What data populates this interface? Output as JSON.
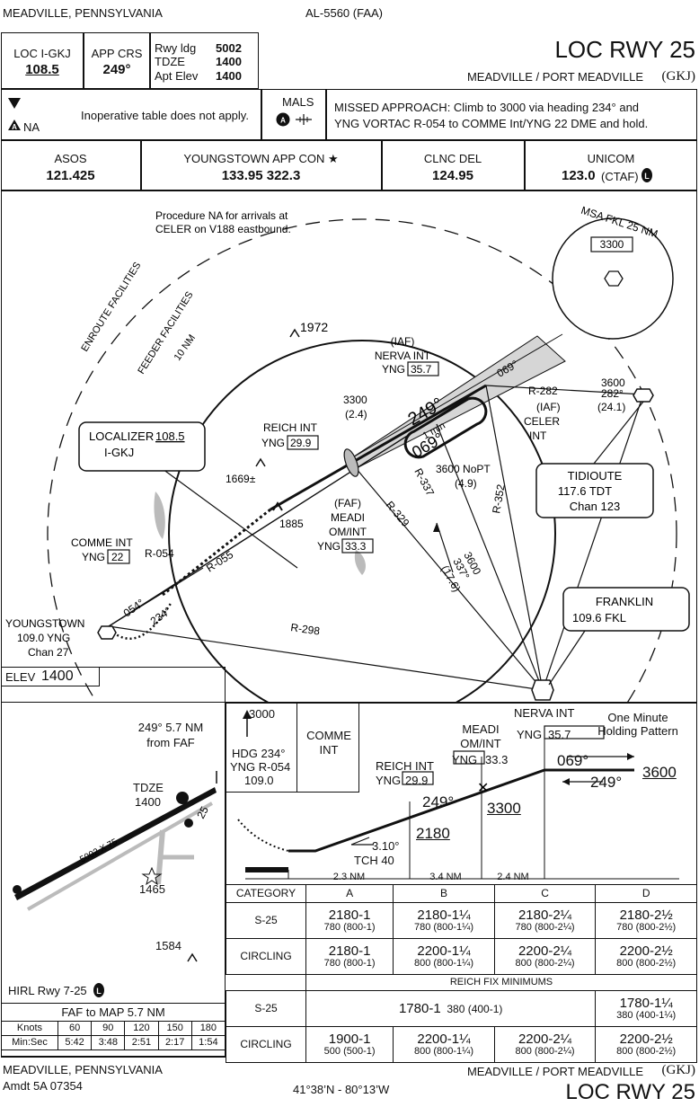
{
  "header": {
    "location": "MEADVILLE, PENNSYLVANIA",
    "chart_id": "AL-5560 (FAA)",
    "title": "LOC RWY 25",
    "airport": "MEADVILLE / PORT MEADVILLE",
    "airport_id": "(GKJ)"
  },
  "briefing": {
    "loc_label": "LOC I-GKJ",
    "loc_freq": "108.5",
    "app_crs_label": "APP CRS",
    "app_crs": "249°",
    "rwy_ldg_label": "Rwy ldg",
    "rwy_ldg": "5002",
    "tdze_label": "TDZE",
    "tdze": "1400",
    "apt_elev_label": "Apt Elev",
    "apt_elev": "1400",
    "na_label": "NA",
    "inop_note": "Inoperative table does not apply.",
    "mals_label": "MALS",
    "missed_approach": [
      "MISSED APPROACH: Climb to 3000 via heading 234° and",
      "YNG VORTAC R-054 to COMME Int/YNG 22 DME and hold."
    ]
  },
  "comms": [
    {
      "name": "ASOS",
      "freq": "121.425"
    },
    {
      "name": "YOUNGSTOWN APP CON ★",
      "freq": "133.95  322.3"
    },
    {
      "name": "CLNC DEL",
      "freq": "124.95"
    },
    {
      "name": "UNICOM",
      "freq": "123.0",
      "note": "(CTAF)"
    }
  ],
  "plan": {
    "na_note": [
      "Procedure NA for arrivals at",
      "CELER on V188 eastbound."
    ],
    "msa": "MSA FKL 25 NM",
    "msa_alt": "3300",
    "enroute": "ENROUTE FACILITIES",
    "feeder": "FEEDER FACILITIES",
    "ring": "10 NM",
    "obst_1972": "1972",
    "obst_1669": "1669±",
    "obst_1885": "1885",
    "nerva": [
      "(IAF)",
      "NERVA INT",
      "YNG",
      "35.7"
    ],
    "reich": [
      "REICH INT",
      "YNG",
      "29.9"
    ],
    "meadi": [
      "(FAF)",
      "MEADI",
      "OM/INT",
      "YNG",
      "33.3"
    ],
    "celer": [
      "(IAF)",
      "CELER",
      "INT"
    ],
    "comme": [
      "COMME INT",
      "YNG",
      "22"
    ],
    "alt_3300": [
      "3300",
      "(2.4)"
    ],
    "nopt": [
      "3600 NoPT",
      "(4.9)"
    ],
    "feeder_route": [
      "3600",
      "337°",
      "(17.6)"
    ],
    "celer_fix": [
      "3600",
      "282°",
      "(24.1)"
    ],
    "localizer": [
      "LOCALIZER",
      "108.5",
      "I-GKJ"
    ],
    "tidioute": [
      "TIDIOUTE",
      "117.6 TDT",
      "Chan 123"
    ],
    "franklin": [
      "FRANKLIN",
      "109.6 FKL"
    ],
    "youngstown": [
      "YOUNGSTOWN",
      "109.0 YNG",
      "Chan 27"
    ],
    "radials": {
      "r282": "R-282",
      "r337": "R-337",
      "r329": "R-329",
      "r352": "R-352",
      "r054": "R-054",
      "r055": "R-055",
      "r298": "R-298"
    },
    "courses": {
      "c249": "249°",
      "c069": "069°",
      "c069b": "069°",
      "c054": "054°",
      "c234": "234°",
      "hold_time": "1 min"
    }
  },
  "airport_diagram": {
    "elev_label": "ELEV",
    "elev": "1400",
    "faf_note": [
      "249° 5.7 NM",
      "from FAF"
    ],
    "tdze": [
      "TDZE",
      "1400"
    ],
    "rwy_dims": "5002 X 75",
    "rwy_end": "25",
    "obst_1465": "1465",
    "obst_1584": "1584",
    "hirl": "HIRL Rwy 7-25"
  },
  "profile": {
    "missed_alt": "3000",
    "missed_hdg": [
      "HDG 234°",
      "YNG R-054",
      "109.0"
    ],
    "comme": [
      "COMME",
      "INT"
    ],
    "one_min": [
      "One Minute",
      "Holding Pattern"
    ],
    "nerva": [
      "NERVA INT",
      "YNG",
      "35.7"
    ],
    "meadi": [
      "MEADI",
      "OM/INT",
      "YNG",
      "33.3"
    ],
    "reich": [
      "REICH INT",
      "YNG",
      "29.9"
    ],
    "c069": "069°",
    "c249": "249°",
    "c249b": "249°",
    "alt_3600": "3600",
    "alt_3300": "3300",
    "alt_2180": "2180",
    "gs": "3.10°",
    "tch": "TCH 40",
    "dist1": "2.3 NM",
    "dist2": "3.4 NM",
    "dist3": "2.4 NM"
  },
  "minimums": {
    "headers": [
      "CATEGORY",
      "A",
      "B",
      "C",
      "D"
    ],
    "s25": {
      "label": "S-25",
      "a": [
        "2180-1",
        "780 (800-1)"
      ],
      "b": [
        "2180-1¼",
        "780 (800-1¼)"
      ],
      "c": [
        "2180-2¼",
        "780 (800-2¼)"
      ],
      "d": [
        "2180-2½",
        "780 (800-2½)"
      ]
    },
    "circling": {
      "label": "CIRCLING",
      "a": [
        "2180-1",
        "780 (800-1)"
      ],
      "b": [
        "2200-1¼",
        "800 (800-1¼)"
      ],
      "c": [
        "2200-2¼",
        "800 (800-2¼)"
      ],
      "d": [
        "2200-2½",
        "800 (800-2½)"
      ]
    },
    "reich_title": "REICH FIX MINIMUMS",
    "reich_s25": {
      "label": "S-25",
      "abc": [
        "1780-1",
        "380 (400-1)"
      ],
      "d": [
        "1780-1¼",
        "380 (400-1¼)"
      ]
    },
    "reich_circling": {
      "label": "CIRCLING",
      "a": [
        "1900-1",
        "500 (500-1)"
      ],
      "b": [
        "2200-1¼",
        "800 (800-1¼)"
      ],
      "c": [
        "2200-2¼",
        "800 (800-2¼)"
      ],
      "d": [
        "2200-2½",
        "800 (800-2½)"
      ]
    }
  },
  "timing": {
    "title": "FAF to MAP  5.7 NM",
    "knots_label": "Knots",
    "knots": [
      "60",
      "90",
      "120",
      "150",
      "180"
    ],
    "minsec_label": "Min:Sec",
    "minsec": [
      "5:42",
      "3:48",
      "2:51",
      "2:17",
      "1:54"
    ]
  },
  "footer": {
    "location": "MEADVILLE, PENNSYLVANIA",
    "amdt": "Amdt 5A  07354",
    "coords": "41°38’N - 80°13’W",
    "airport": "MEADVILLE / PORT MEADVILLE",
    "airport_id": "(GKJ)",
    "title": "LOC RWY 25"
  }
}
